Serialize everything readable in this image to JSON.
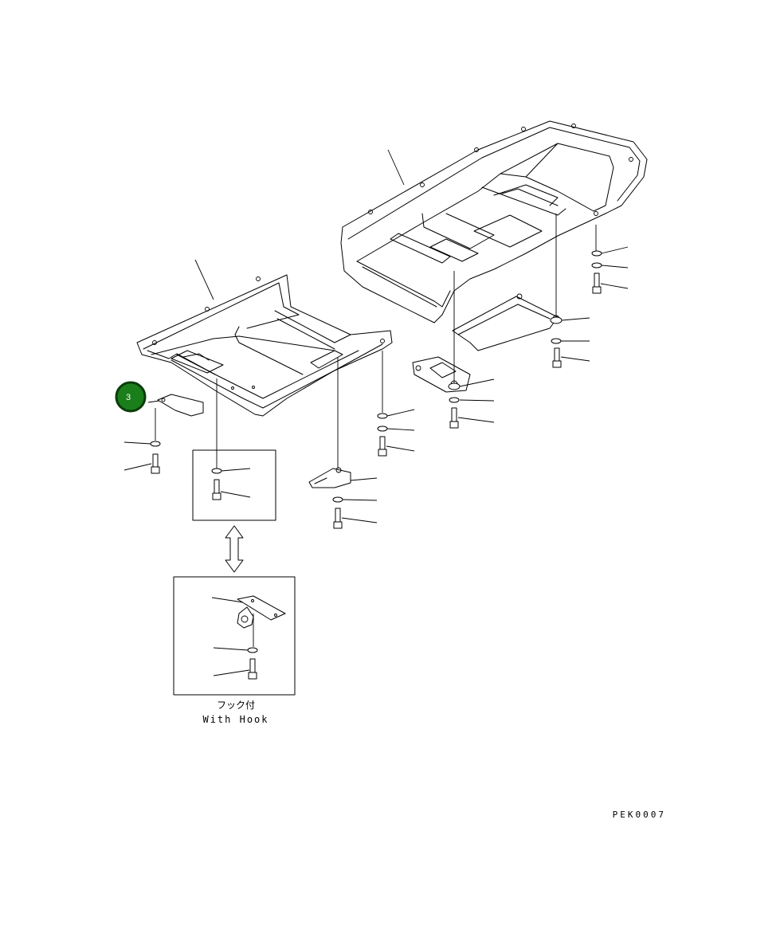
{
  "callout": {
    "number": "3",
    "color": "#1a7f1a",
    "border": "#0b3d0b"
  },
  "hook_label_jp": "フック付",
  "hook_label_en": "With Hook",
  "drawing_code": "PEK0007"
}
